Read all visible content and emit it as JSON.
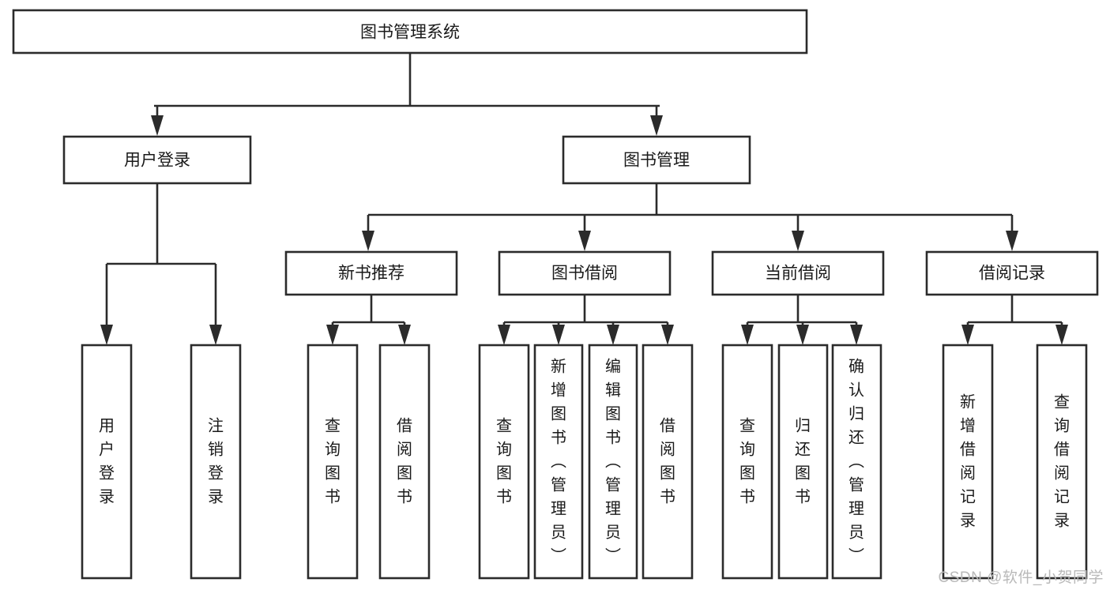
{
  "diagram": {
    "type": "tree-hierarchy-chart",
    "title": "图书管理系统",
    "watermark": "CSDN @软件_小贺同学",
    "colors": {
      "background": "#ffffff",
      "stroke": "#2b2b2b",
      "box_fill": "#ffffff",
      "text": "#1a1a1a",
      "watermark": "#b9b9b9"
    },
    "root": {
      "label": "图书管理系统"
    },
    "level2": [
      {
        "label": "用户登录"
      },
      {
        "label": "图书管理"
      }
    ],
    "level3": [
      {
        "label": "新书推荐"
      },
      {
        "label": "图书借阅"
      },
      {
        "label": "当前借阅"
      },
      {
        "label": "借阅记录"
      }
    ],
    "leaves": {
      "user_login": [
        {
          "label": "用户登录"
        },
        {
          "label": "注销登录"
        }
      ],
      "new_book_recommend": [
        {
          "label": "查询图书"
        },
        {
          "label": "借阅图书"
        }
      ],
      "book_borrow": [
        {
          "label": "查询图书"
        },
        {
          "label": "新增图书（管理员）"
        },
        {
          "label": "编辑图书（管理员）"
        },
        {
          "label": "借阅图书"
        }
      ],
      "current_borrow": [
        {
          "label": "查询图书"
        },
        {
          "label": "归还图书"
        },
        {
          "label": "确认归还（管理员）"
        }
      ],
      "borrow_record": [
        {
          "label": "新增借阅记录"
        },
        {
          "label": "查询借阅记录"
        }
      ]
    }
  }
}
